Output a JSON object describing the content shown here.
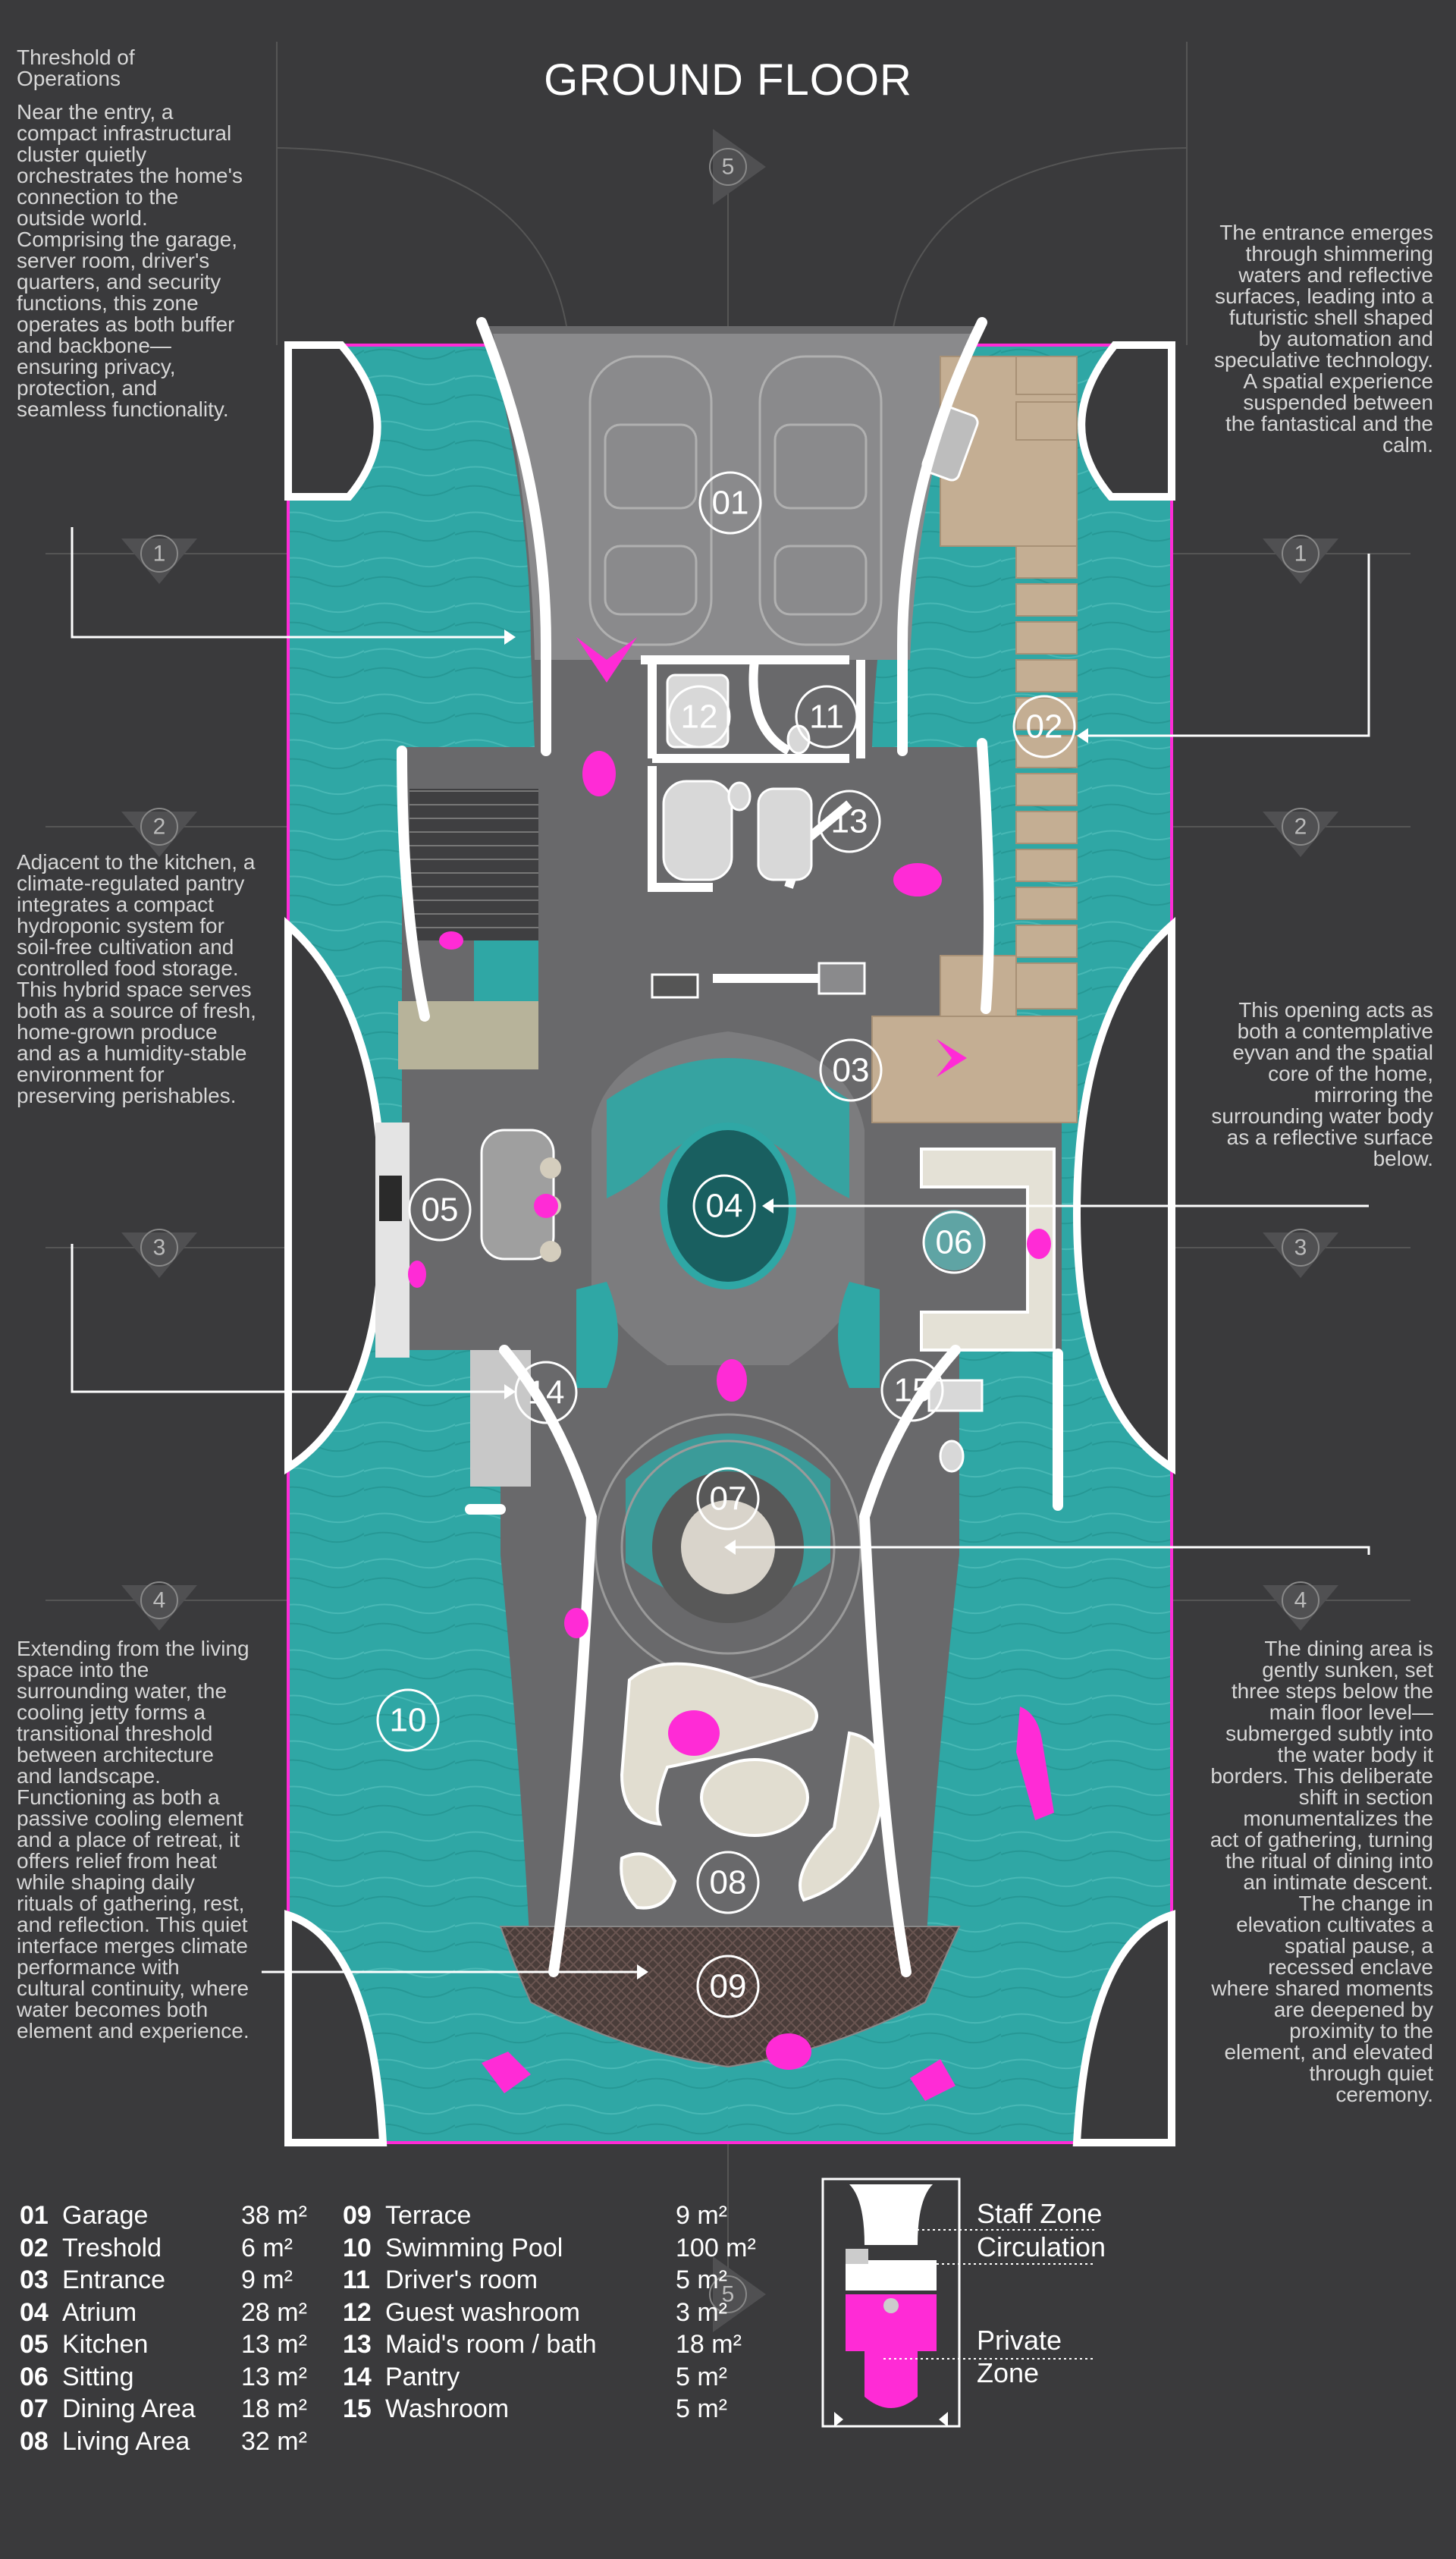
{
  "title": "GROUND FLOOR",
  "notes": {
    "threshold_heading": "Threshold of Operations",
    "threshold_body": "Near the entry, a compact infrastructural cluster quietly orchestrates the home's connection to the outside world. Comprising the garage, server room, driver's quarters, and security functions, this zone operates as both buffer and backbone—ensuring privacy, protection, and seamless functionality.",
    "entrance": "The entrance emerges through shimmering waters and reflective surfaces, leading into a futuristic shell shaped by automation and speculative technology. A spatial experience suspended between the fantastical and the calm.",
    "pantry": "Adjacent to the kitchen, a climate-regulated pantry integrates a compact hydroponic system for soil-free cultivation and controlled food storage. This hybrid space serves both as a source of fresh, home-grown produce and as a humidity-stable environment for preserving perishables.",
    "atrium": "This opening acts as both a contemplative eyvan and the spatial core of the home, mirroring the surrounding water body as a reflective surface below.",
    "jetty": "Extending from the living space into the surrounding water, the cooling jetty forms a transitional threshold between architecture and landscape. Functioning as both a passive cooling element and a place of retreat, it offers relief from heat while shaping daily rituals of gathering, rest, and reflection. This quiet interface merges climate performance with cultural continuity, where water becomes both element and experience.",
    "dining": "The dining area is gently sunken, set three steps below the main floor level—submerged subtly into the water body it borders. This deliberate shift in section monumentalizes the act of gathering, turning the ritual of dining into an intimate descent. The change in elevation cultivates a spatial pause, a recessed enclave where shared moments are deepened by proximity to the element, and elevated through quiet ceremony."
  },
  "grid_markers": [
    "1",
    "2",
    "3",
    "4",
    "5"
  ],
  "room_tags": [
    "01",
    "02",
    "03",
    "04",
    "05",
    "06",
    "07",
    "08",
    "09",
    "10",
    "11",
    "12",
    "13",
    "14",
    "15"
  ],
  "legend": [
    {
      "num": "01",
      "name": "Garage",
      "area": "38 m²"
    },
    {
      "num": "02",
      "name": "Treshold",
      "area": "6 m²"
    },
    {
      "num": "03",
      "name": "Entrance",
      "area": "9 m²"
    },
    {
      "num": "04",
      "name": "Atrium",
      "area": "28 m²"
    },
    {
      "num": "05",
      "name": "Kitchen",
      "area": "13 m²"
    },
    {
      "num": "06",
      "name": "Sitting",
      "area": "13 m²"
    },
    {
      "num": "07",
      "name": "Dining Area",
      "area": "18 m²"
    },
    {
      "num": "08",
      "name": "Living Area",
      "area": "32 m²"
    },
    {
      "num": "09",
      "name": "Terrace",
      "area": "9 m²"
    },
    {
      "num": "10",
      "name": "Swimming Pool",
      "area": "100 m²"
    },
    {
      "num": "11",
      "name": "Driver's room",
      "area": "5 m²"
    },
    {
      "num": "12",
      "name": "Guest washroom",
      "area": "3 m²"
    },
    {
      "num": "13",
      "name": "Maid's room / bath",
      "area": "18 m²"
    },
    {
      "num": "14",
      "name": "Pantry",
      "area": "5 m²"
    },
    {
      "num": "15",
      "name": "Washroom",
      "area": "5 m²"
    }
  ],
  "zones": {
    "staff": "Staff Zone",
    "circulation": "Circulation",
    "private_1": "Private",
    "private_2": "Zone"
  },
  "colors": {
    "background": "#3a3a3c",
    "water": "#2fa7a5",
    "accent": "#ff2bd6",
    "floor": "#6c6c6e",
    "deck": "#c4ae93"
  }
}
